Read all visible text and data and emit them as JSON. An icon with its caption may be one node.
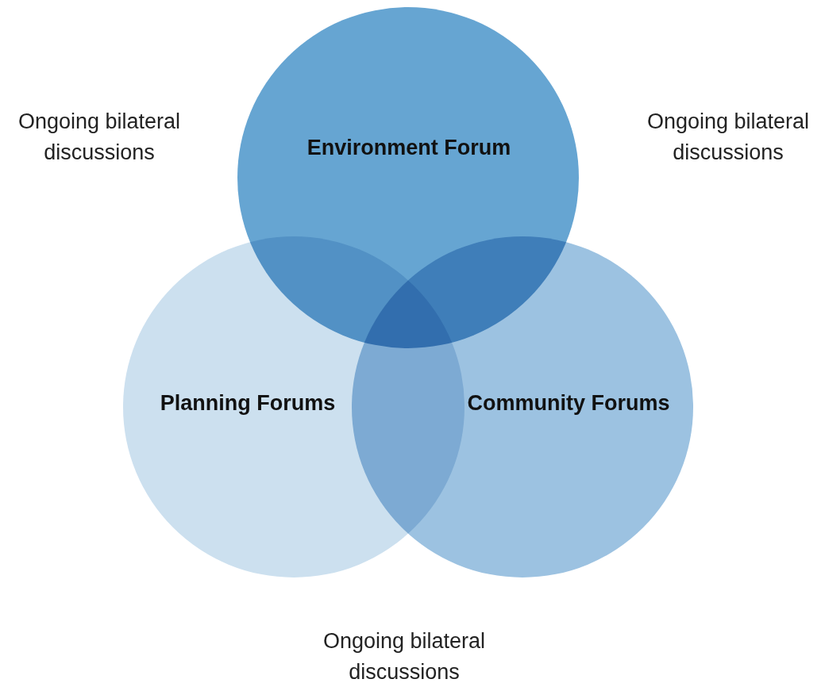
{
  "diagram": {
    "nodes": [
      {
        "text": [
          "Environment Forum"
        ]
      },
      {
        "text": [
          "Planning Forums"
        ]
      },
      {
        "text": [
          "Community Forums"
        ]
      }
    ],
    "labels": [
      "Ongoing bilateral discussions",
      "Ongoing bilateral discussions",
      "Ongoing bilateral discussions"
    ]
  }
}
